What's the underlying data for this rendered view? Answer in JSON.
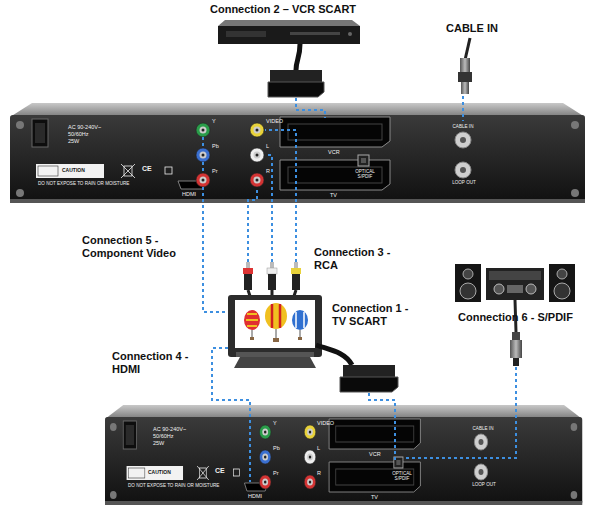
{
  "diagram": {
    "labels": [
      "Connection 2 – VCR SCART",
      "CABLE IN",
      "Connection 5 - Component Video",
      "Connection 3 - RCA",
      "Connection 1 - TV SCART",
      "Connection 6 - S/PDIF",
      "Connection 4 - HDMI",
      "AC 90-240V~",
      "50/60Hz",
      "25W",
      "CAUTION",
      "DO NOT EXPOSE TO RAIN OR MOISTURE",
      "CE",
      "HDMI",
      "Y",
      "VIDEO",
      "Pb",
      "L",
      "Pr",
      "R",
      "VCR",
      "TV",
      "OPTICAL S/PDIF",
      "CABLE IN",
      "LOOP OUT",
      "AC 90-240V~",
      "50/60Hz",
      "25W",
      "CAUTION",
      "DO NOT EXPOSE TO RAIN OR MOISTURE",
      "CE",
      "HDMI",
      "Y",
      "VIDEO",
      "Pb",
      "L",
      "Pr",
      "R",
      "VCR",
      "TV",
      "OPTICAL S/PDIF",
      "CABLE IN",
      "LOOP OUT"
    ]
  }
}
